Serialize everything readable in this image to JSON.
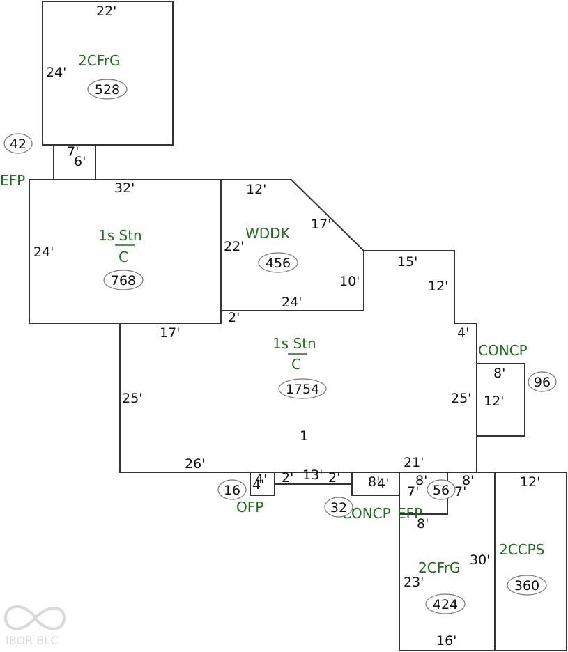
{
  "dimensions": [
    {
      "id": "d1",
      "text": "22'"
    },
    {
      "id": "d2",
      "text": "24'"
    },
    {
      "id": "d3",
      "text": "7'"
    },
    {
      "id": "d4",
      "text": "6'"
    },
    {
      "id": "d5",
      "text": "32'"
    },
    {
      "id": "d6",
      "text": "24'"
    },
    {
      "id": "d7",
      "text": "12'"
    },
    {
      "id": "d8",
      "text": "17'"
    },
    {
      "id": "d9",
      "text": "22'"
    },
    {
      "id": "d10",
      "text": "10'"
    },
    {
      "id": "d11",
      "text": "24'"
    },
    {
      "id": "d12",
      "text": "2'"
    },
    {
      "id": "d13",
      "text": "15'"
    },
    {
      "id": "d14",
      "text": "12'"
    },
    {
      "id": "d15",
      "text": "17'"
    },
    {
      "id": "d16",
      "text": "4'"
    },
    {
      "id": "d17",
      "text": "8'"
    },
    {
      "id": "d18",
      "text": "25'"
    },
    {
      "id": "d19",
      "text": "12'"
    },
    {
      "id": "d20",
      "text": "25'"
    },
    {
      "id": "d21",
      "text": "26'"
    },
    {
      "id": "d22",
      "text": "4'"
    },
    {
      "id": "d23",
      "text": "4'"
    },
    {
      "id": "d24",
      "text": "2'"
    },
    {
      "id": "d25",
      "text": "13'"
    },
    {
      "id": "d26",
      "text": "2'"
    },
    {
      "id": "d27",
      "text": "8'"
    },
    {
      "id": "d28",
      "text": "4'"
    },
    {
      "id": "d29",
      "text": "21'"
    },
    {
      "id": "d30",
      "text": "8'"
    },
    {
      "id": "d31",
      "text": "7'"
    },
    {
      "id": "d32",
      "text": "7'"
    },
    {
      "id": "d33",
      "text": "8'"
    },
    {
      "id": "d34",
      "text": "12'"
    },
    {
      "id": "d35",
      "text": "8'"
    },
    {
      "id": "d36",
      "text": "30'"
    },
    {
      "id": "d37",
      "text": "23'"
    },
    {
      "id": "d38",
      "text": "16'"
    },
    {
      "id": "d39",
      "text": "1"
    }
  ],
  "labels": [
    {
      "id": "l1",
      "text": "2CFrG"
    },
    {
      "id": "l2",
      "text": "EFP"
    },
    {
      "id": "l3",
      "text": "1s Stn"
    },
    {
      "id": "l4",
      "text": "C"
    },
    {
      "id": "l5",
      "text": "WDDK"
    },
    {
      "id": "l6",
      "text": "1s Stn"
    },
    {
      "id": "l7",
      "text": "C"
    },
    {
      "id": "l8",
      "text": "CONCP"
    },
    {
      "id": "l9",
      "text": "OFP"
    },
    {
      "id": "l10",
      "text": "CONCP"
    },
    {
      "id": "l11",
      "text": "EFP"
    },
    {
      "id": "l12",
      "text": "2CFrG"
    },
    {
      "id": "l13",
      "text": "2CCPS"
    }
  ],
  "areas": [
    {
      "id": "a1",
      "text": "528"
    },
    {
      "id": "a2",
      "text": "42"
    },
    {
      "id": "a3",
      "text": "768"
    },
    {
      "id": "a4",
      "text": "456"
    },
    {
      "id": "a5",
      "text": "1754"
    },
    {
      "id": "a6",
      "text": "96"
    },
    {
      "id": "a7",
      "text": "16"
    },
    {
      "id": "a8",
      "text": "32"
    },
    {
      "id": "a9",
      "text": "56"
    },
    {
      "id": "a10",
      "text": "424"
    },
    {
      "id": "a11",
      "text": "360"
    }
  ],
  "watermark": "IBOR BLC",
  "colors": {
    "label_green": "#1f6b1f",
    "wall": "#333333",
    "dimension_text": "#111111"
  }
}
